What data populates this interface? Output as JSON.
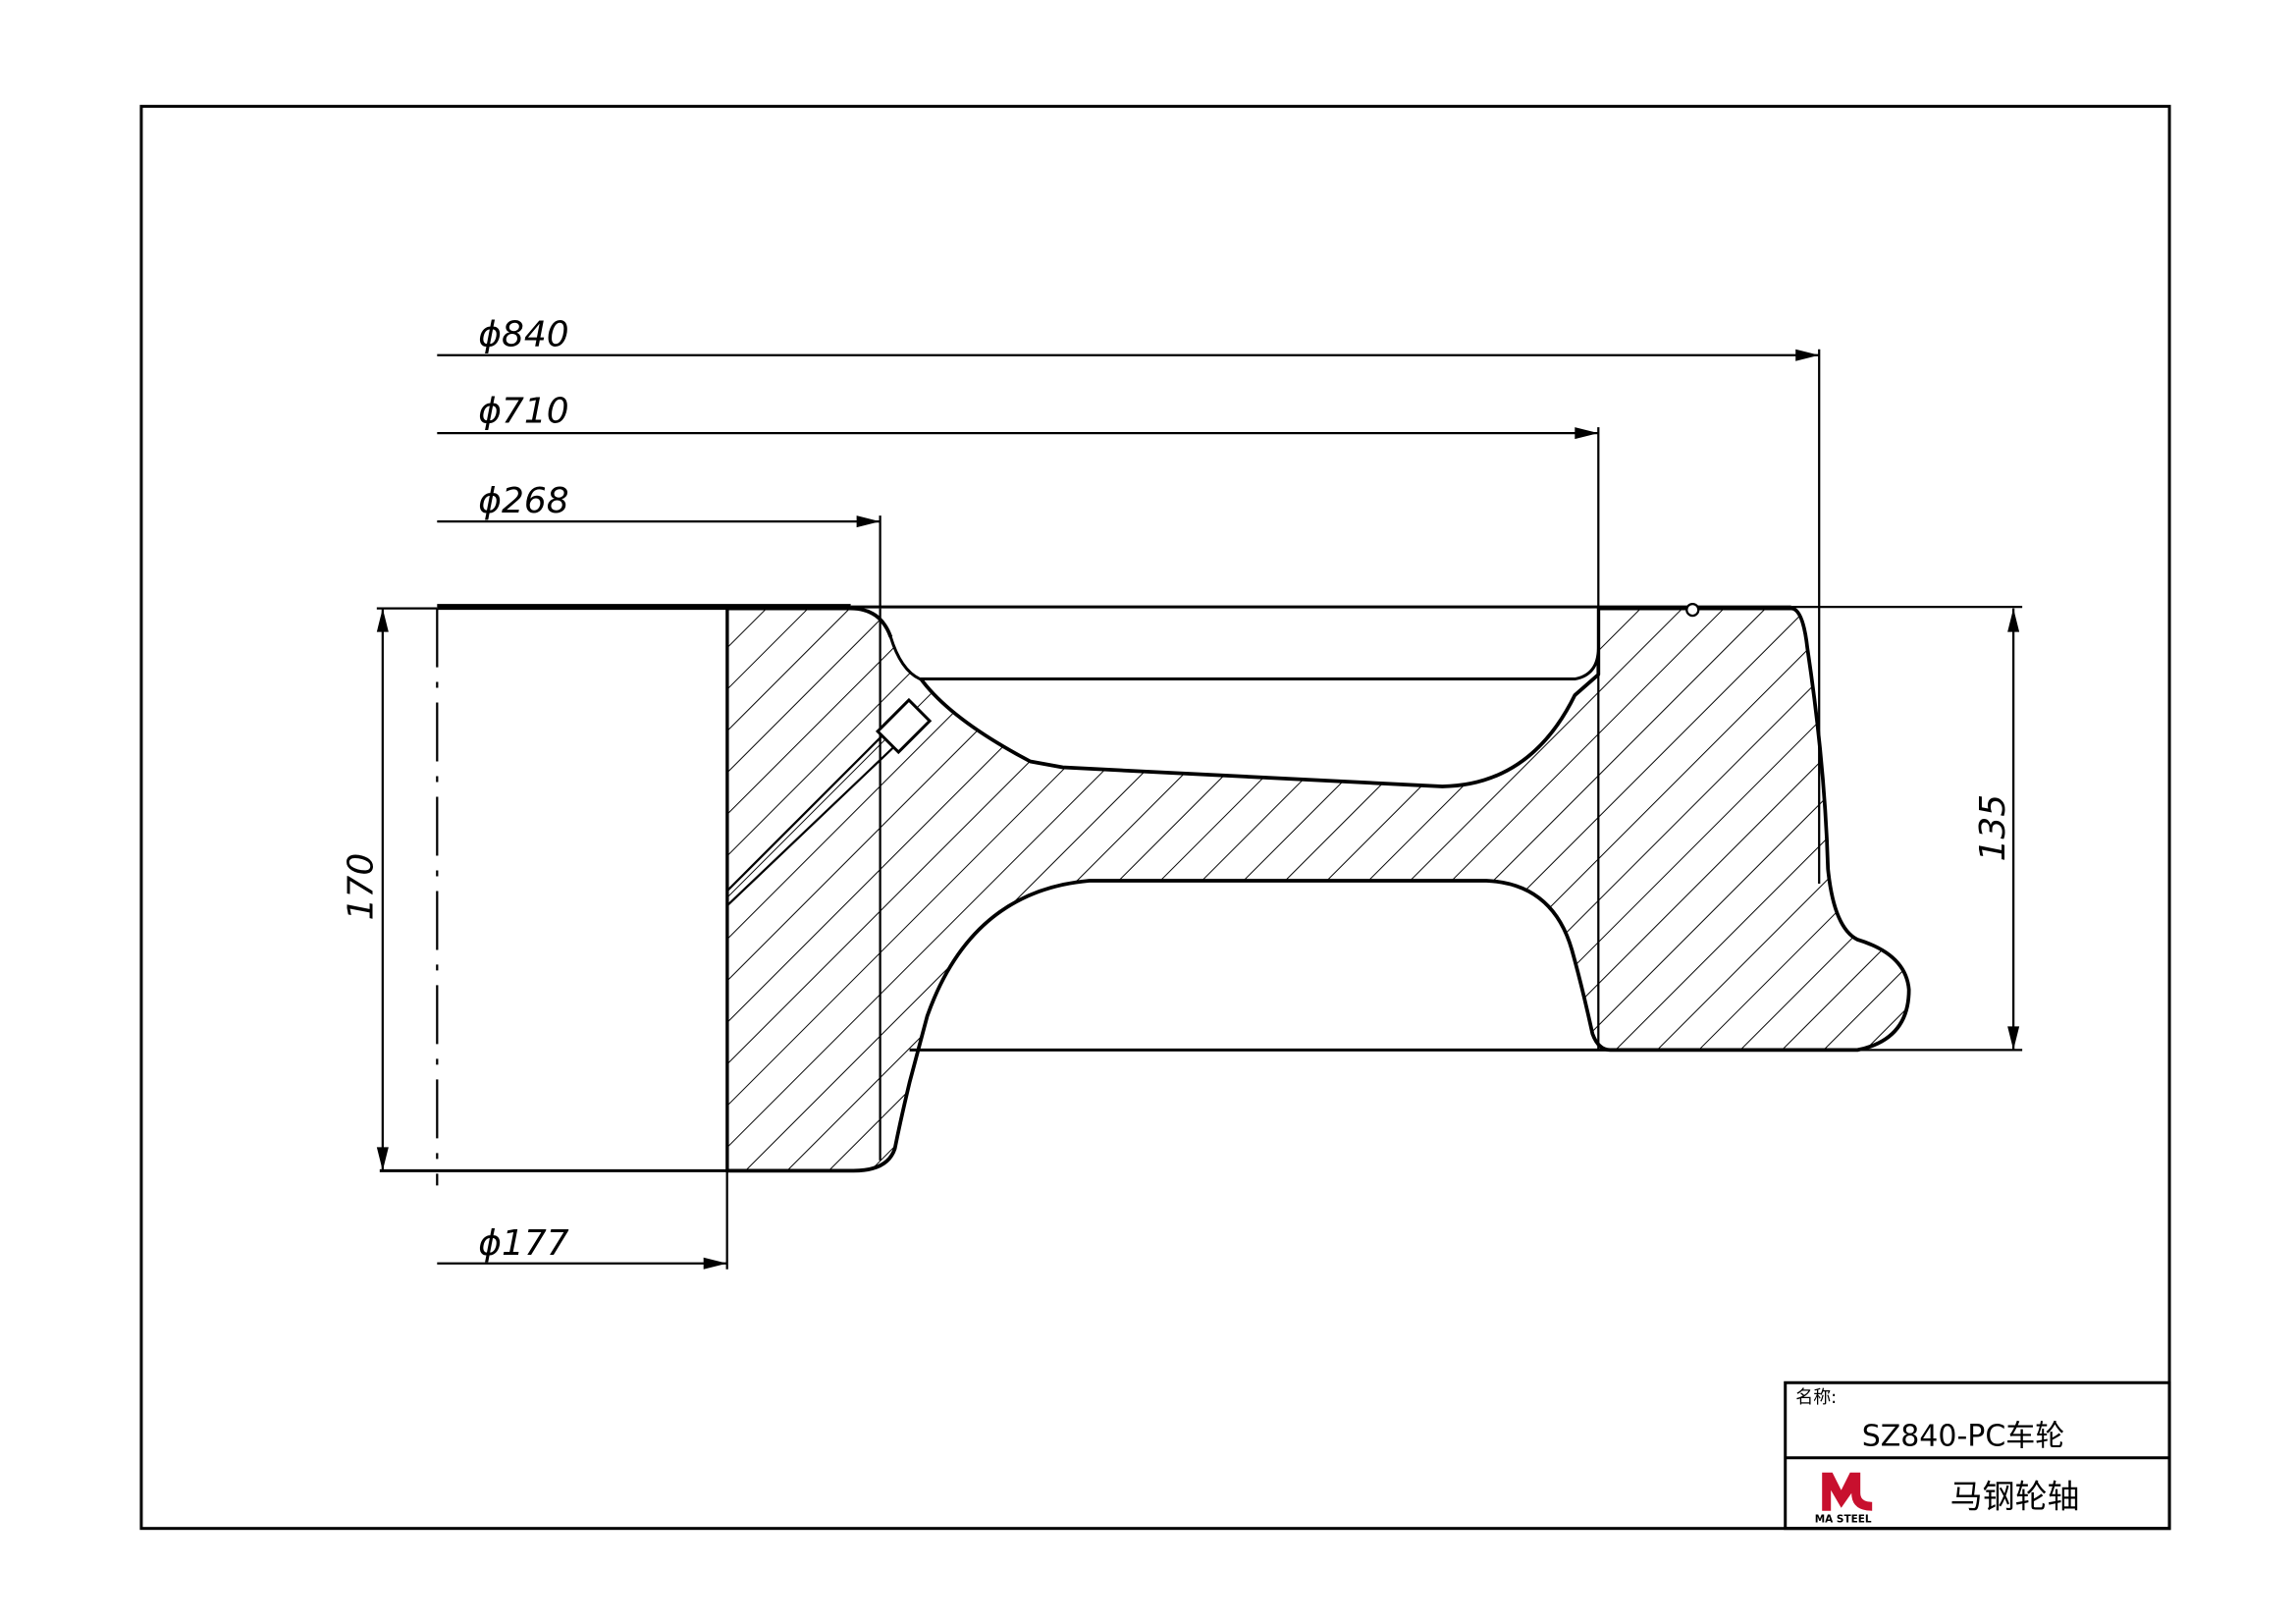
{
  "dimensions": {
    "d840": "ϕ840",
    "d710": "ϕ710",
    "d268": "ϕ268",
    "d177": "ϕ177",
    "h170": "170",
    "h135": "135"
  },
  "title_block": {
    "name_label": "名称:",
    "part_name": "SZ840-PC车轮",
    "logo_text": "MA STEEL",
    "company": "马钢轮轴"
  }
}
